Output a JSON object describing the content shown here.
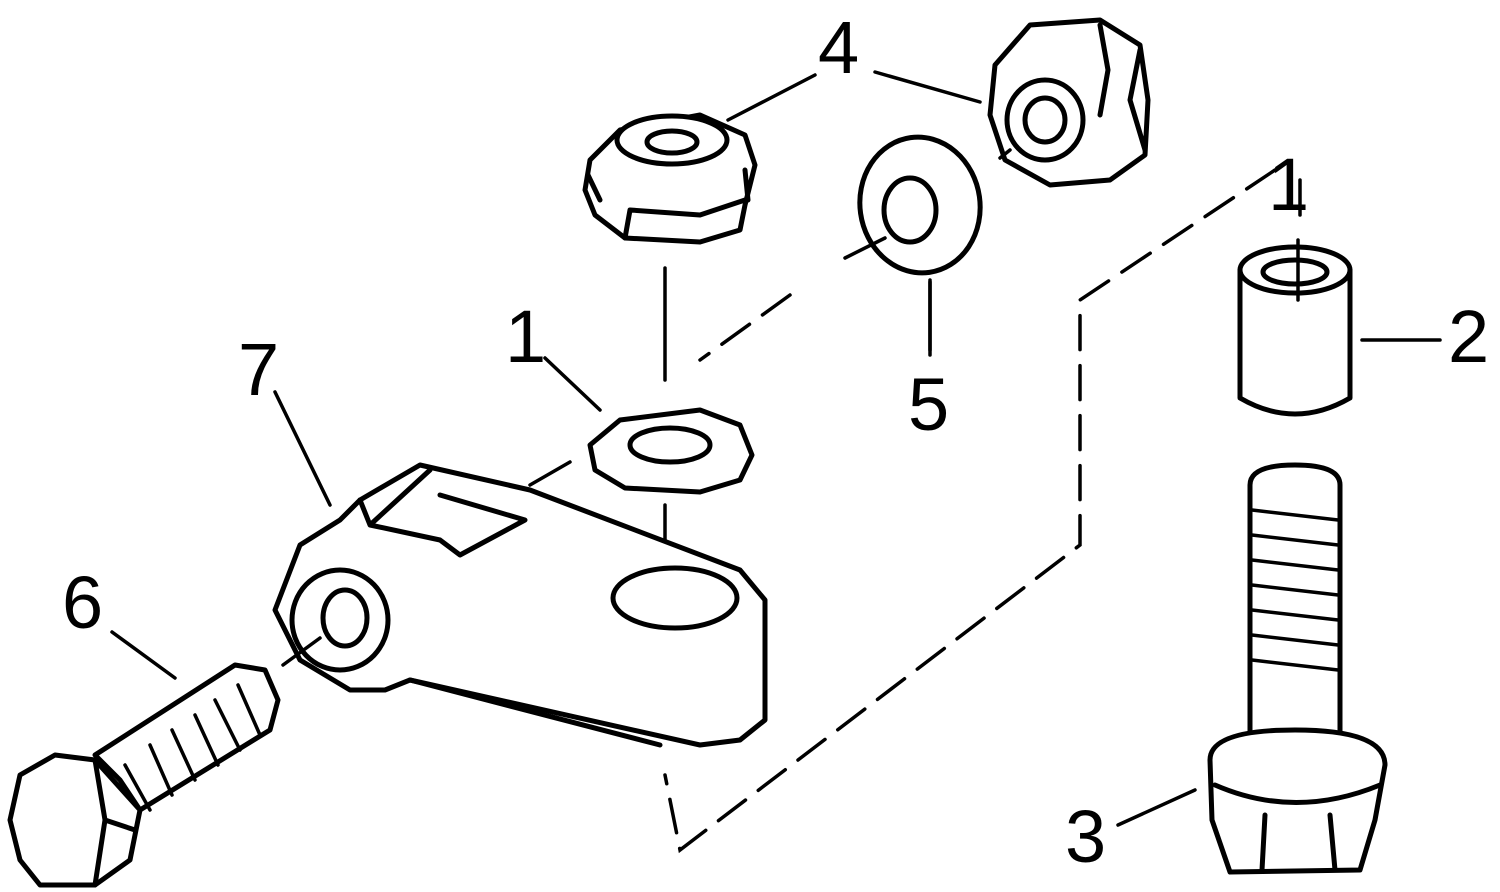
{
  "callouts": {
    "c1a": "1",
    "c1b": "1",
    "c2": "2",
    "c3": "3",
    "c4": "4",
    "c5": "5",
    "c6": "6",
    "c7": "7"
  }
}
